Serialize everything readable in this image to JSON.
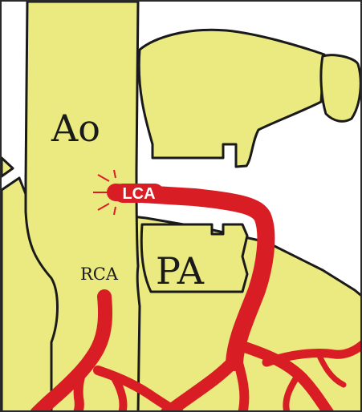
{
  "labels": {
    "aorta": "Ao",
    "pulmonary_artery": "PA",
    "right_coronary_artery": "RCA",
    "left_coronary_artery": "LCA"
  },
  "colors": {
    "tissue": "#eaea80",
    "outline": "#1a1a1a",
    "artery": "#d81e24",
    "lca_label_text": "#ffffff"
  }
}
